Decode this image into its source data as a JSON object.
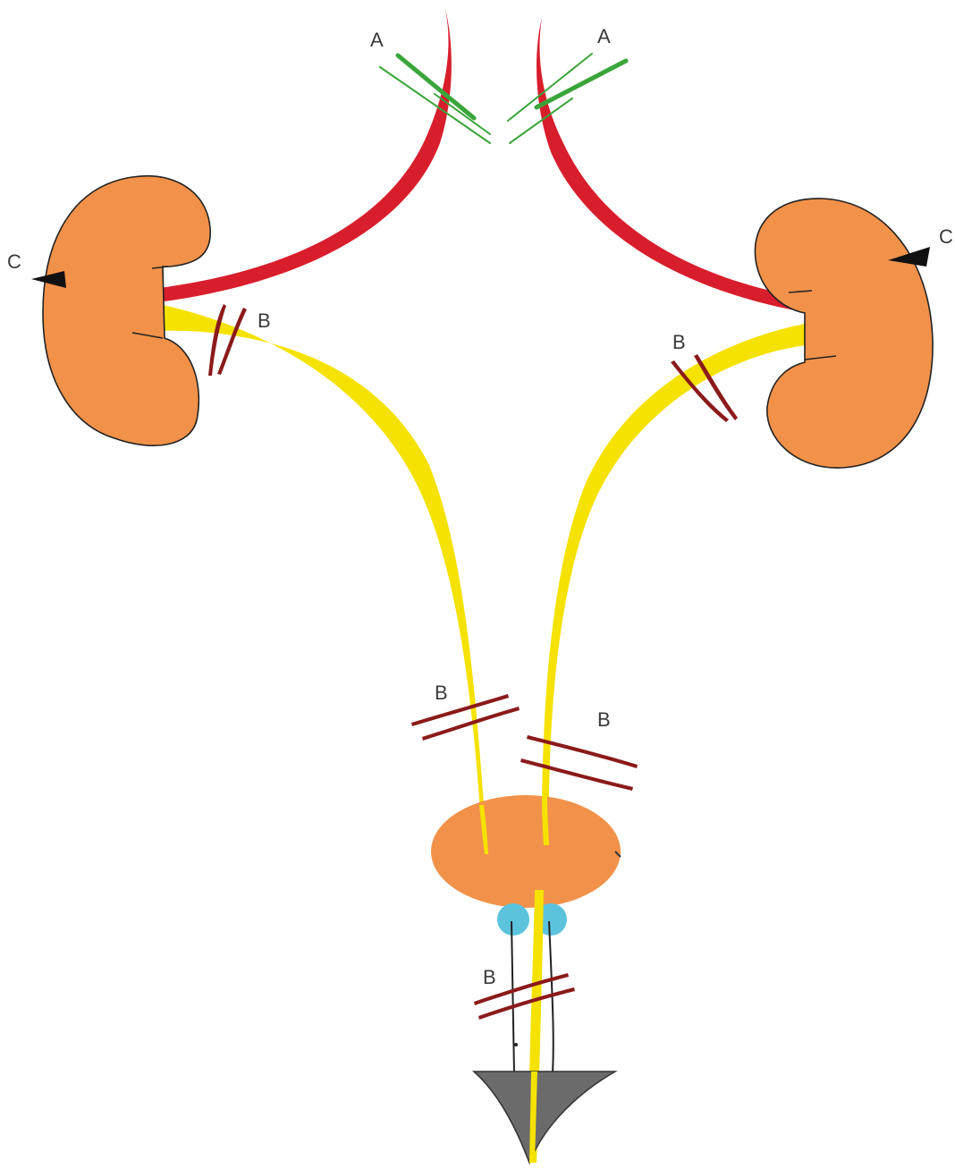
{
  "labels": {
    "a_left": "A",
    "a_right": "A",
    "b_left_upper": "B",
    "b_right_upper": "B",
    "b_left_lower": "B",
    "b_right_lower": "B",
    "b_urethra": "B",
    "c_left": "C",
    "c_right": "C"
  },
  "colors": {
    "kidney": "#f2924a",
    "bladder": "#f2924a",
    "outline": "#222222",
    "artery": "#d81e2c",
    "ureter": "#f5e200",
    "ligature": "#8b1a1a",
    "suture_green": "#3aa53a",
    "prostate_cyan": "#5cc3dd",
    "penis_grey": "#6b6b6b",
    "arrowhead": "#111111"
  }
}
